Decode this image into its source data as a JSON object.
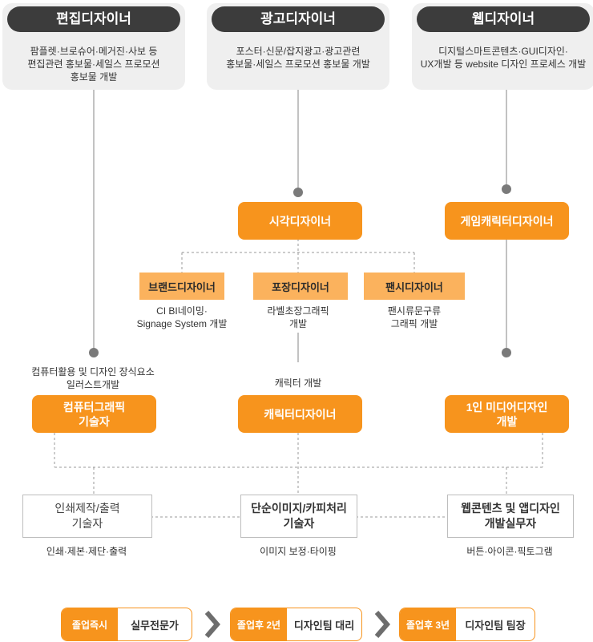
{
  "categories": [
    {
      "title": "편집디자이너",
      "desc": [
        "팜플렛·브로슈어·메거진·사보 등",
        "편집관련 홍보물·세일스 프로모션",
        "홍보물 개발"
      ]
    },
    {
      "title": "광고디자이너",
      "desc": [
        "포스터·신문/잡지광고·광고관련",
        "홍보물·세일스 프로모션 홍보물 개발"
      ]
    },
    {
      "title": "웹디자이너",
      "desc": [
        "디지털스마트콘텐츠·GUI디자인·",
        "UX개발 등 website 디자인 프로세스 개발"
      ]
    }
  ],
  "visual_designer": "시각디자이너",
  "game_char_designer": "게임캐릭터디자이너",
  "specialties": [
    {
      "label": "브랜드디자이너",
      "desc": [
        "CI BI네이밍·",
        "Signage System 개발"
      ]
    },
    {
      "label": "포장디자이너",
      "desc": [
        "라벨초장그래픽",
        "개발"
      ]
    },
    {
      "label": "팬시디자이너",
      "desc": [
        "팬시류문구류",
        "그래픽 개발"
      ]
    }
  ],
  "notes": {
    "left": [
      "컴퓨터활용 및 디자인 장식요소",
      "일러스트개발"
    ],
    "mid": "캐릭터 개발"
  },
  "mid_roles": {
    "left": [
      "컴퓨터그래픽",
      "기술자"
    ],
    "mid": "캐릭터디자이너",
    "right": [
      "1인 미디어디자인",
      "개발"
    ]
  },
  "tech_roles": [
    {
      "label": [
        "인쇄제작/출력",
        "기술자"
      ],
      "desc": "인쇄·제본·제단·출력"
    },
    {
      "label": [
        "단순이미지/카피처리",
        "기술자"
      ],
      "desc": "이미지 보정·타이핑"
    },
    {
      "label": [
        "웹콘텐츠 및 앱디자인",
        "개발실무자"
      ],
      "desc": "버튼·아이콘·픽토그램"
    }
  ],
  "career_steps": [
    {
      "tag": "졸업즉시",
      "value": "실무전문가"
    },
    {
      "tag": "졸업후 2년",
      "value": "디자인팀 대리"
    },
    {
      "tag": "졸업후 3년",
      "value": "디자인팀 팀장"
    }
  ],
  "colors": {
    "orange": "#f7941d",
    "light_orange": "#fbb25d",
    "dark": "#3c3c3c",
    "gray_card": "#efefef"
  }
}
